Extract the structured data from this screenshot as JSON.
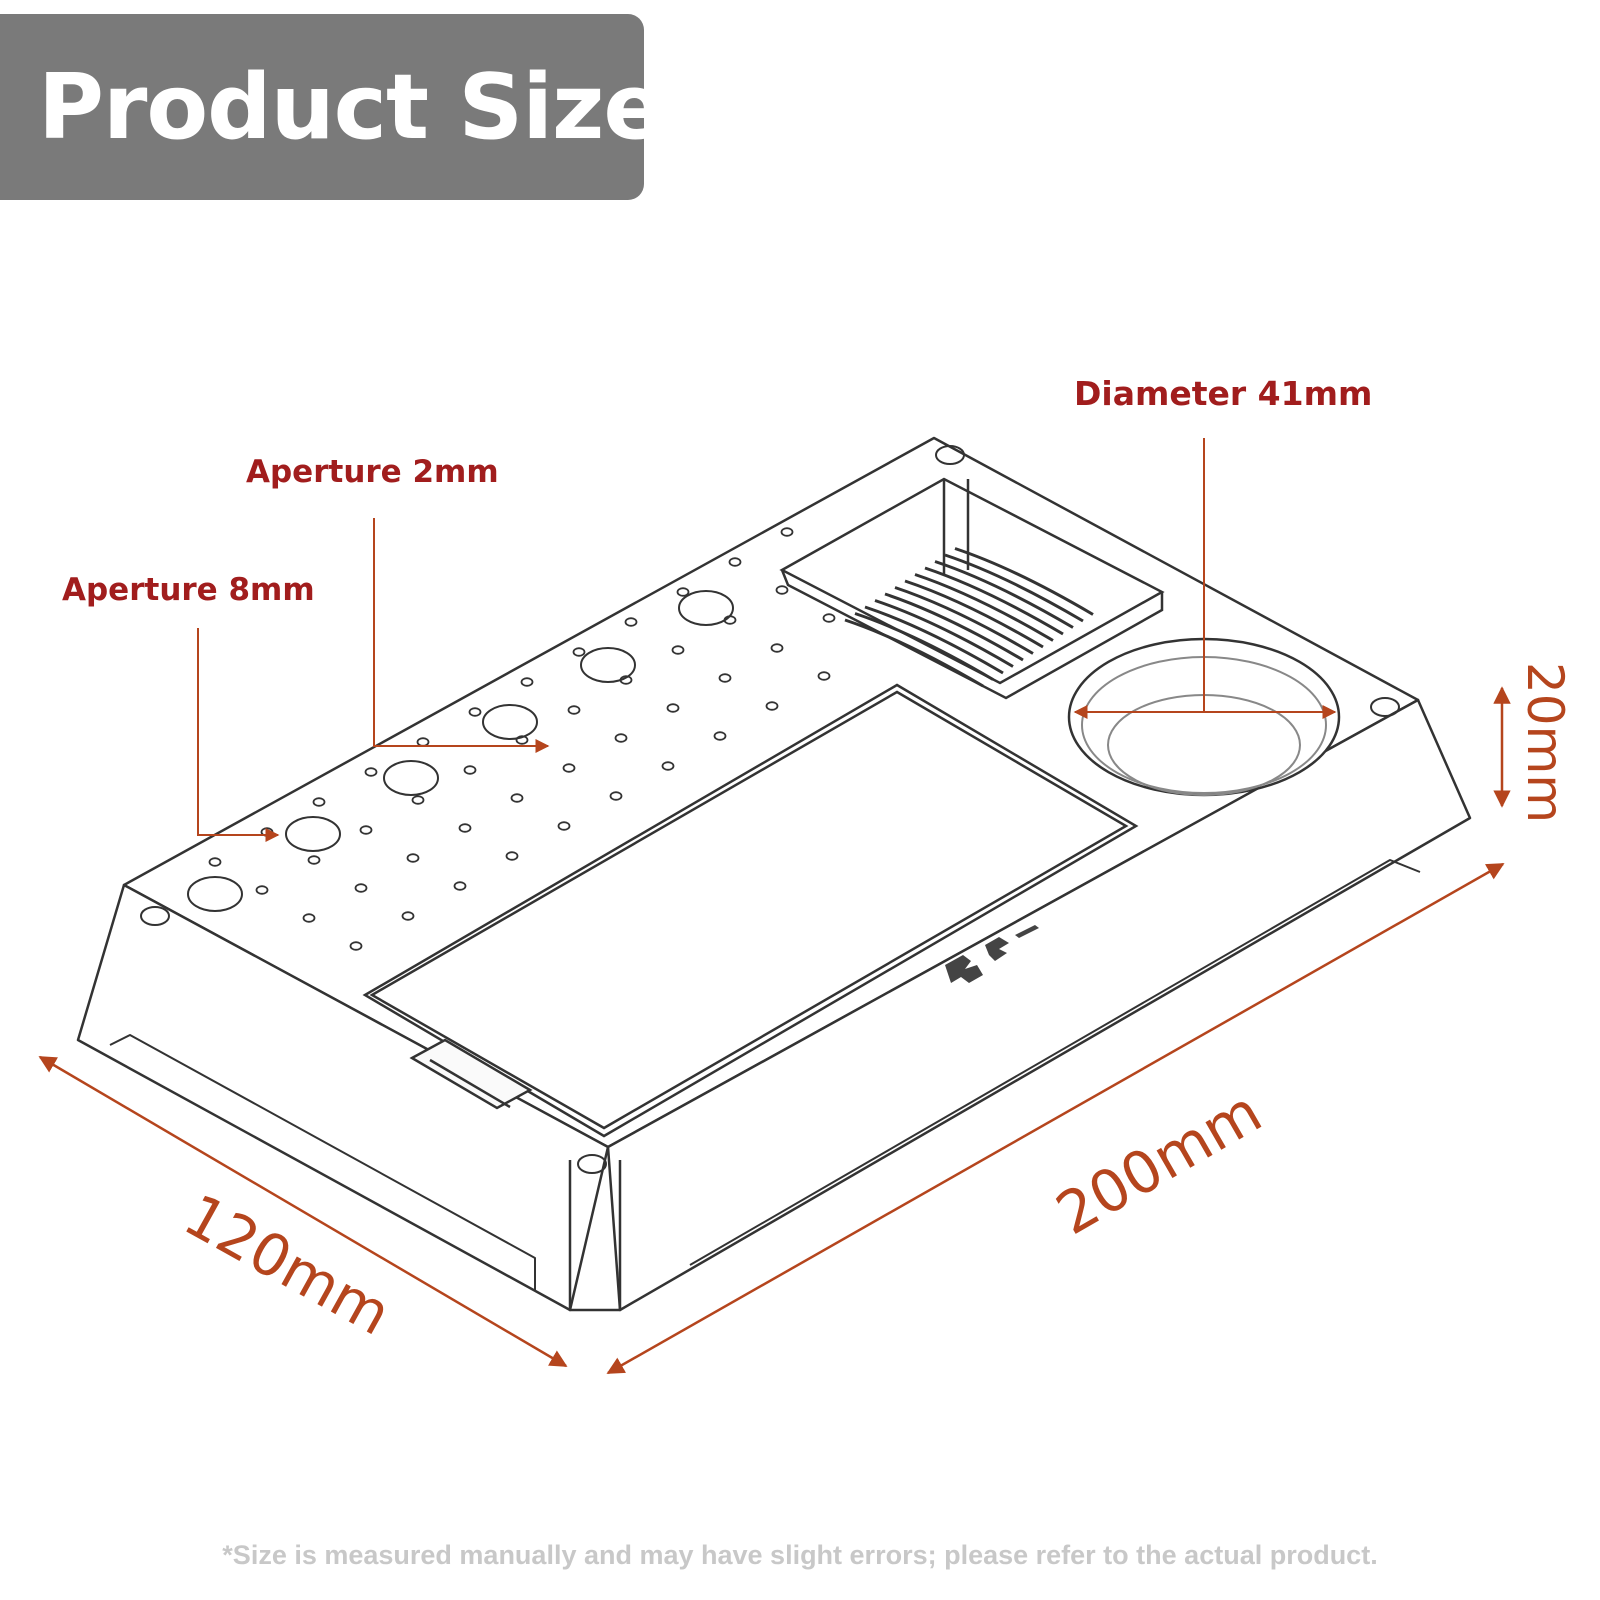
{
  "title": "Product Size",
  "callouts": {
    "aperture_8": "Aperture 8mm",
    "aperture_2": "Aperture 2mm",
    "diameter": "Diameter 41mm"
  },
  "dimensions": {
    "width": "120mm",
    "length": "200mm",
    "height": "20mm"
  },
  "footnote": "*Size is measured manually and may have slight errors; please refer to the actual product.",
  "colors": {
    "title_banner": "#7a7a7a",
    "callout_text": "#a11d1d",
    "dimension": "#b5451d",
    "outline": "#333333"
  }
}
